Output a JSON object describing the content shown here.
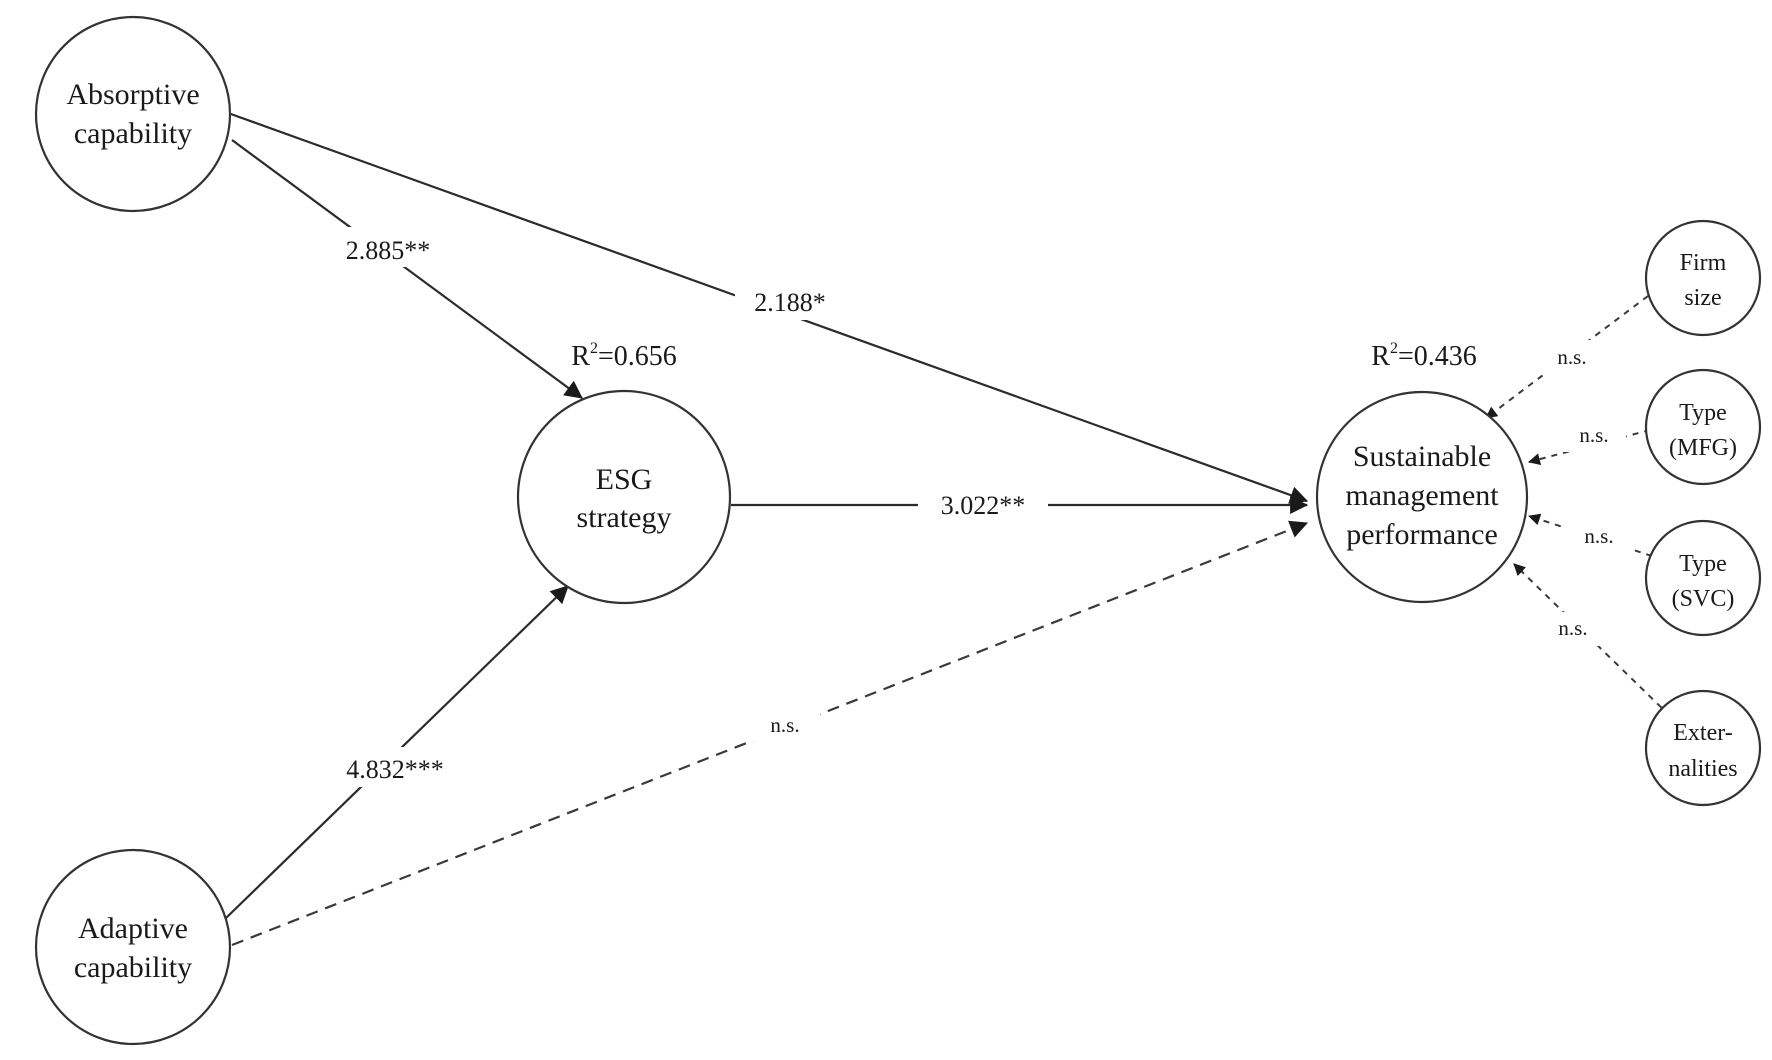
{
  "nodes": {
    "absorptive": {
      "line1": "Absorptive",
      "line2": "capability"
    },
    "adaptive": {
      "line1": "Adaptive",
      "line2": "capability"
    },
    "esg": {
      "line1": "ESG",
      "line2": "strategy",
      "r2_prefix": "R",
      "r2_sup": "2",
      "r2_value": "=0.656"
    },
    "smp": {
      "line1": "Sustainable",
      "line2": "management",
      "line3": "performance",
      "r2_prefix": "R",
      "r2_sup": "2",
      "r2_value": "=0.436"
    },
    "firm_size": {
      "line1": "Firm",
      "line2": "size"
    },
    "type_mfg": {
      "line1": "Type",
      "line2": "(MFG)"
    },
    "type_svc": {
      "line1": "Type",
      "line2": "(SVC)"
    },
    "externalities": {
      "line1": "Exter-",
      "line2": "nalities"
    }
  },
  "paths": {
    "absorptive_to_esg": "2.885**",
    "absorptive_to_smp": "2.188*",
    "adaptive_to_esg": "4.832***",
    "adaptive_to_smp": "n.s.",
    "esg_to_smp": "3.022**",
    "firm_size_to_smp": "n.s.",
    "type_mfg_to_smp": "n.s.",
    "type_svc_to_smp": "n.s.",
    "externalities_to_smp": "n.s."
  }
}
